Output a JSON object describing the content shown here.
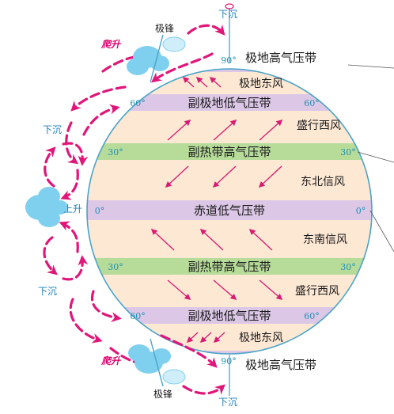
{
  "pressure_belts": [
    {
      "key": "np90",
      "label": "极地高气压带",
      "lat": "90°"
    },
    {
      "key": "n60",
      "label": "副极地低气压带",
      "lat": "60°"
    },
    {
      "key": "n30",
      "label": "副热带高气压带",
      "lat": "30°"
    },
    {
      "key": "eq",
      "label": "赤道低气压带",
      "lat": "0°"
    },
    {
      "key": "s30",
      "label": "副热带高气压带",
      "lat": "30°"
    },
    {
      "key": "s60",
      "label": "副极地低气压带",
      "lat": "60°"
    },
    {
      "key": "sp90",
      "label": "极地高气压带",
      "lat": "90°"
    }
  ],
  "wind_belts": [
    {
      "key": "npe",
      "label": "极地东风"
    },
    {
      "key": "nw",
      "label": "盛行西风"
    },
    {
      "key": "ne",
      "label": "东北信风"
    },
    {
      "key": "se",
      "label": "东南信风"
    },
    {
      "key": "sw",
      "label": "盛行西风"
    },
    {
      "key": "spe",
      "label": "极地东风"
    }
  ],
  "vertical_motion": {
    "sink_top": "下沉",
    "sink_bottom": "下沉",
    "sink_n30": "下沉",
    "sink_s30": "下沉",
    "rise_eq": "上升",
    "climb_n": "爬升",
    "climb_s": "爬升"
  },
  "fronts": {
    "north": "极锋",
    "south": "极锋"
  },
  "colors": {
    "purple_belt": "#dcc7e6",
    "green_belt": "#b7dc9a",
    "cream": "#fde8d4",
    "sphere_outline": "#4aa3c8",
    "cell_arrow": "#e0167a",
    "wind_arrow": "#d81b72",
    "cloud": "#7fd0ee"
  }
}
